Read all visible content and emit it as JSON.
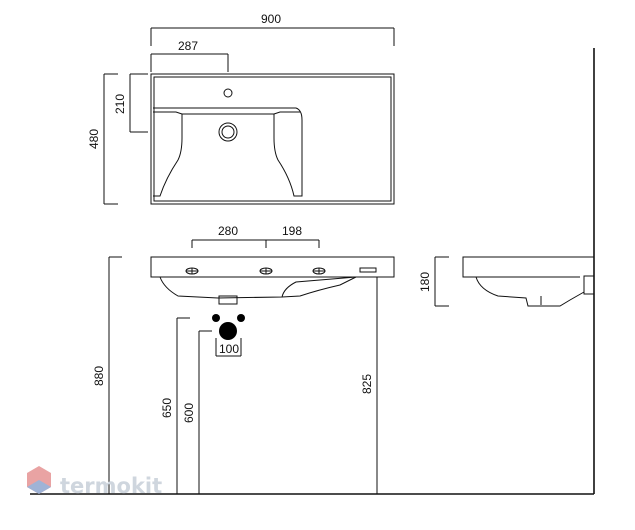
{
  "dimensions": {
    "top_width": "900",
    "tap_offset": "287",
    "bowl_depth_offset": "210",
    "total_depth": "480",
    "hole_spacing_left": "280",
    "hole_spacing_right": "198",
    "side_height": "180",
    "drain_spacing": "100",
    "overall_height": "880",
    "outlet_height_650": "650",
    "outlet_height_600": "600",
    "underside_height": "825"
  },
  "watermark": {
    "brand": "termokit",
    "logo_icon": "hexagon-logo-icon"
  },
  "colors": {
    "line": "#111111",
    "watermark_text": "#cfd6de",
    "logo_red": "#e9a3a3",
    "logo_blue": "#9fb3d6",
    "fill_black": "#000000"
  }
}
